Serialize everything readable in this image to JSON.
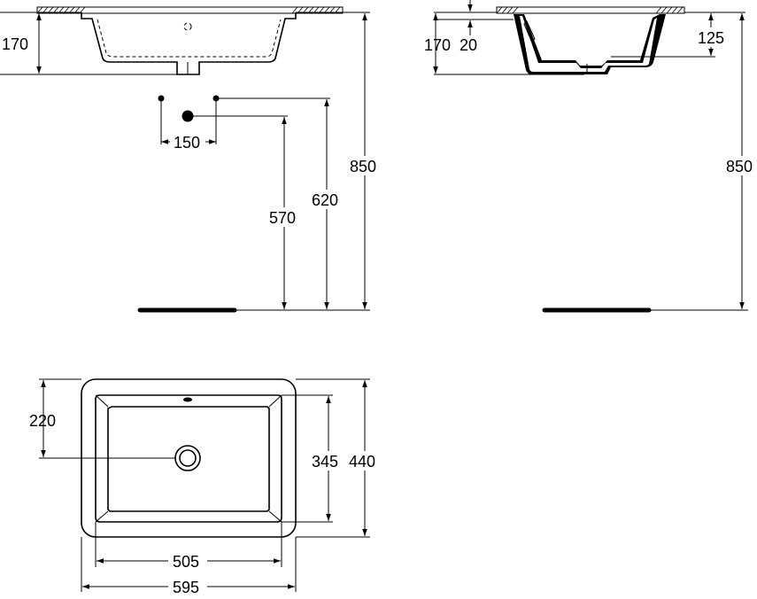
{
  "dimensions": {
    "front_view": {
      "basin_height": "170",
      "tap_spacing": "150",
      "waste_height": "570",
      "tap_height": "620",
      "rim_height": "850"
    },
    "side_view": {
      "basin_height": "170",
      "rim_thickness": "20",
      "bowl_depth": "125",
      "rim_height": "850"
    },
    "top_view": {
      "waste_offset": "220",
      "inner_depth": "345",
      "outer_depth": "440",
      "inner_width": "505",
      "outer_width": "595"
    }
  },
  "colors": {
    "line": "#000000",
    "background": "#ffffff"
  }
}
